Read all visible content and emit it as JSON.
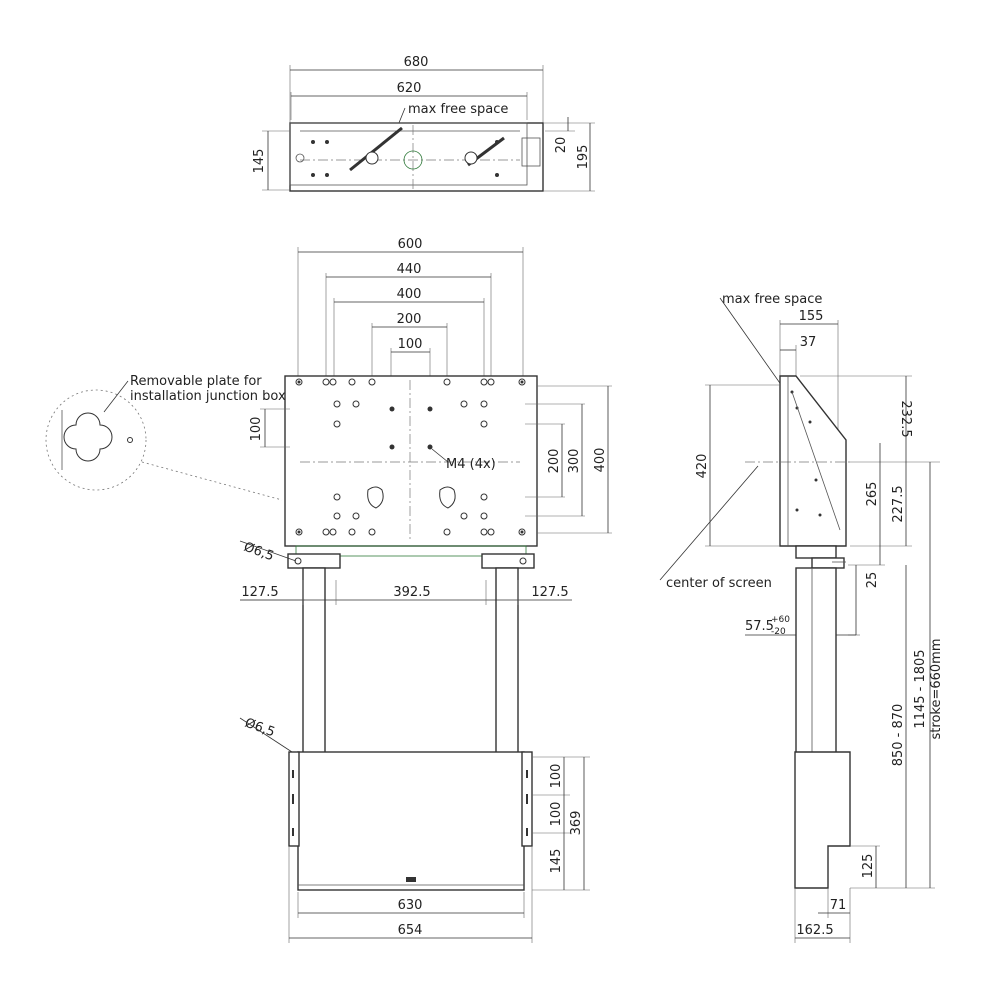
{
  "top_view": {
    "width_overall": "680",
    "width_inner": "620",
    "note": "max free space",
    "depth": "145",
    "depth_offset": "20",
    "depth_overall": "195"
  },
  "front_view": {
    "width_600": "600",
    "width_440": "440",
    "width_400": "400",
    "width_200": "200",
    "width_100": "100",
    "height_100": "100",
    "height_200": "200",
    "height_300": "300",
    "height_400": "400",
    "thread_note": "M4 (4x)",
    "hole_dia_top": "6,5",
    "hole_dia_bottom": "6,5",
    "spacing_left": "127.5",
    "spacing_center": "392.5",
    "spacing_right": "127.5",
    "base_h_100a": "100",
    "base_h_100b": "100",
    "base_h_145": "145",
    "base_h_369": "369",
    "base_w_630": "630",
    "base_w_654": "654"
  },
  "detail": {
    "note_line1": "Removable plate for",
    "note_line2": "installation junction box"
  },
  "side_view": {
    "note_free_space": "max free space",
    "note_center": "center of screen",
    "depth_155": "155",
    "depth_37": "37",
    "height_420": "420",
    "height_232_5": "232.5",
    "height_265": "265",
    "height_227_5": "227.5",
    "height_25": "25",
    "tol_base": "57.5",
    "tol_plus": "+60",
    "tol_minus": "-20",
    "range_850_870": "850 - 870",
    "range_1145_1805": "1145 - 1805",
    "stroke": "stroke=660mm",
    "height_125": "125",
    "width_71": "71",
    "width_162_5": "162.5"
  }
}
